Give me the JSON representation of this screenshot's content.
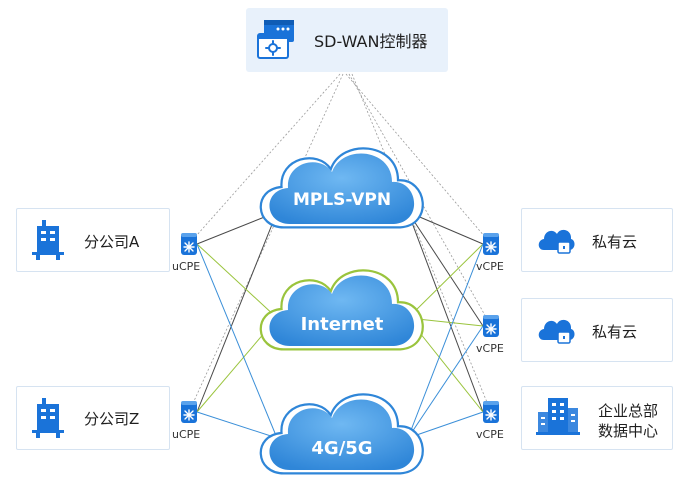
{
  "controller": {
    "label": "SD-WAN控制器",
    "icon": "sd-wan-controller-icon"
  },
  "clouds": {
    "mpls": {
      "label": "MPLS-VPN"
    },
    "internet": {
      "label": "Internet"
    },
    "mobile": {
      "label": "4G/5G"
    }
  },
  "branches": [
    {
      "label": "分公司A",
      "device": "uCPE",
      "icon": "office-building-icon"
    },
    {
      "label": "分公司Z",
      "device": "uCPE",
      "icon": "office-building-icon"
    }
  ],
  "destinations": [
    {
      "label": "私有云",
      "device": "vCPE",
      "icon": "private-cloud-icon"
    },
    {
      "label": "私有云",
      "device": "vCPE",
      "icon": "private-cloud-icon"
    },
    {
      "label_line1": "企业总部",
      "label_line2": "数据中心",
      "device": "vCPE",
      "icon": "headquarters-datacenter-icon"
    }
  ],
  "colors": {
    "mpls_link": "#4a4a4a",
    "internet_link": "#9ac43d",
    "mobile_link": "#3b8fd8",
    "control_link": "#9a9a9a",
    "cloud_fill": "#4b9fe6",
    "icon_blue": "#1a73d9"
  }
}
